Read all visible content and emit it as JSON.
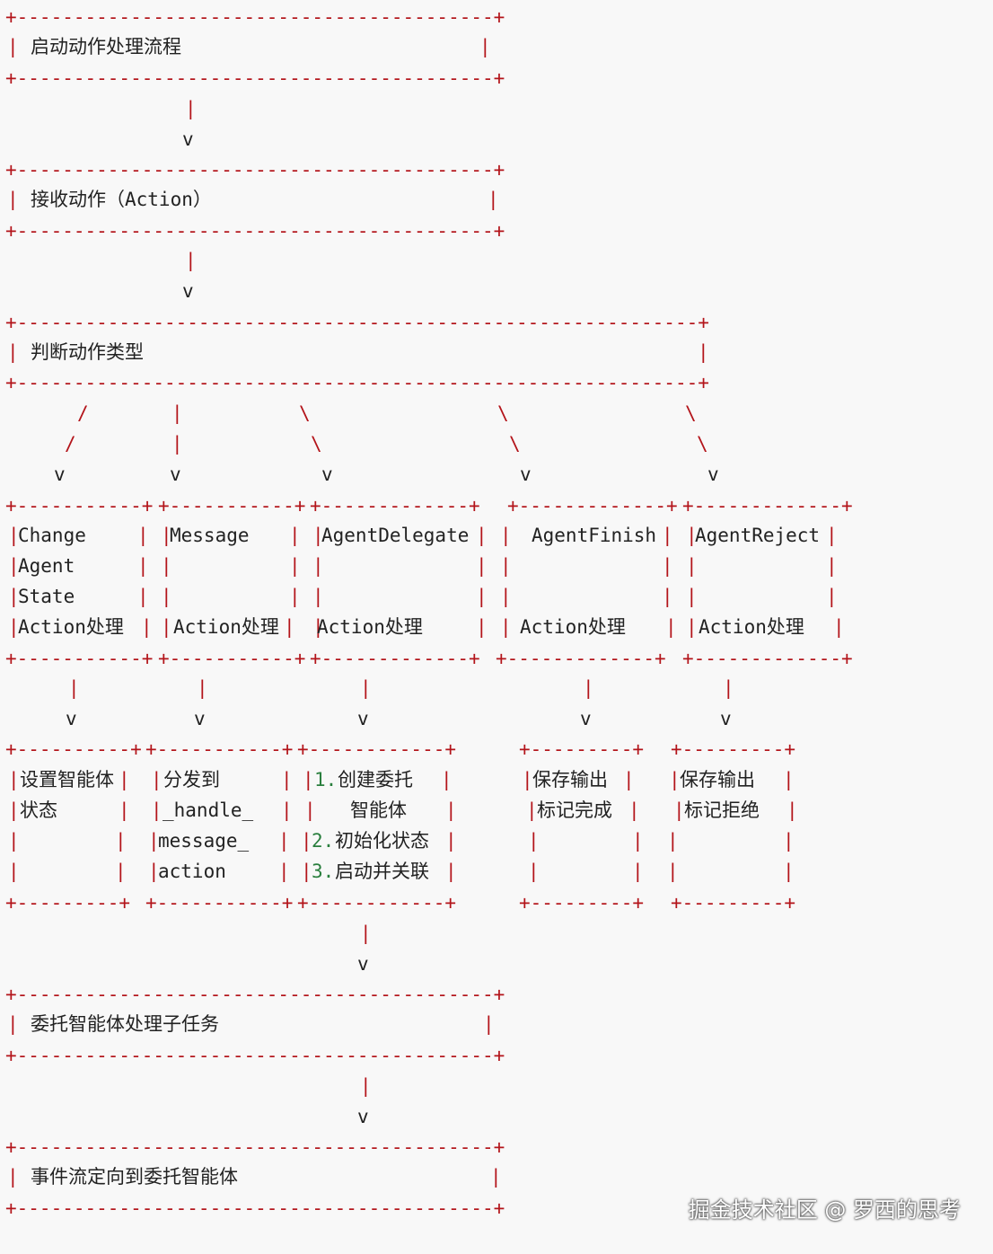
{
  "steps": {
    "start": "启动动作处理流程",
    "receive": "接收动作（Action）",
    "judge": "判断动作类型",
    "delegate_sub": "委托智能体处理子任务",
    "redirect": "事件流定向到委托智能体"
  },
  "branches": [
    {
      "name": "change_agent_state",
      "box_lines": [
        "Change",
        "Agent",
        "State",
        "Action处理"
      ],
      "result_lines": [
        "设置智能体",
        "状态"
      ]
    },
    {
      "name": "message",
      "box_lines": [
        "Message",
        "",
        "",
        "Action处理"
      ],
      "result_lines": [
        "分发到",
        "_handle_",
        "message_",
        "action"
      ]
    },
    {
      "name": "agent_delegate",
      "box_lines": [
        "AgentDelegate",
        "",
        "",
        "Action处理"
      ],
      "result_lines": [
        "1.",
        "创建委托",
        "智能体",
        "2.",
        "初始化状态",
        "3.",
        "启动并关联"
      ]
    },
    {
      "name": "agent_finish",
      "box_lines": [
        "AgentFinish",
        "",
        "",
        "Action处理"
      ],
      "result_lines": [
        "保存输出",
        "标记完成"
      ]
    },
    {
      "name": "agent_reject",
      "box_lines": [
        "AgentReject",
        "",
        "",
        "Action处理"
      ],
      "result_lines": [
        "保存输出",
        "标记拒绝"
      ]
    }
  ],
  "watermark": "掘金技术社区 @ 罗西的思考"
}
